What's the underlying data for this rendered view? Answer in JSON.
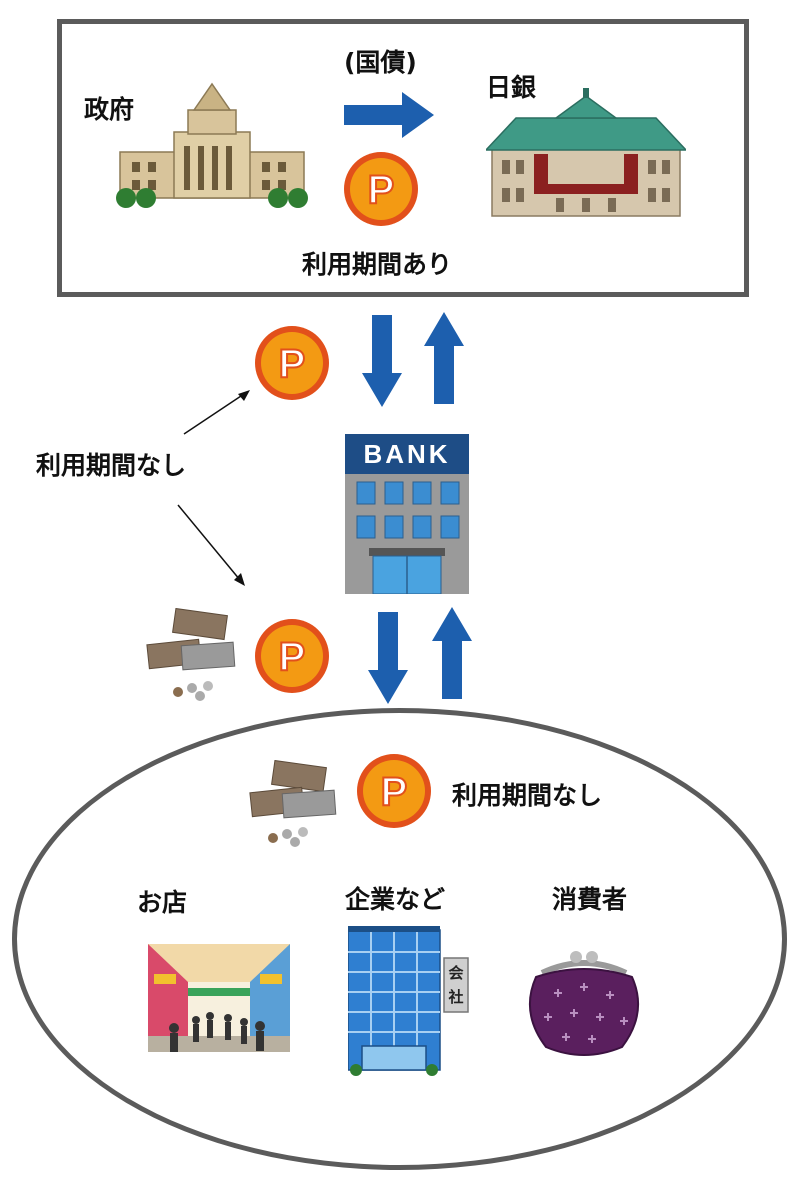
{
  "top": {
    "gov_label": "政府",
    "bond_label": "(国債)",
    "boj_label": "日銀",
    "period_label": "利用期間あり"
  },
  "middle": {
    "no_period_label": "利用期間なし",
    "bank_sign": "BANK"
  },
  "bottom": {
    "no_period_label": "利用期間なし",
    "shop_label": "お店",
    "company_label": "企業など",
    "consumer_label": "消費者",
    "company_sign_1": "会",
    "company_sign_2": "社"
  },
  "point_symbol": "P",
  "colors": {
    "arrow": "#1d5fae",
    "coin": "#f39a13",
    "frame": "#5b5b5b"
  }
}
